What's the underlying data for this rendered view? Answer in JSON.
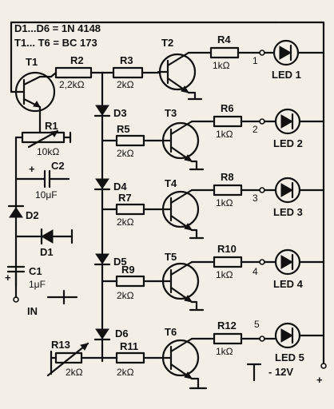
{
  "header": {
    "line1": "D1...D6 = 1N 4148",
    "line2": "T1... T6 = BC 173"
  },
  "transistors": [
    "T1",
    "T2",
    "T3",
    "T4",
    "T5",
    "T6"
  ],
  "resistors": {
    "R1": "R1",
    "R1_val": "10kΩ",
    "R2": "R2",
    "R2_val": "2,2kΩ",
    "R3": "R3",
    "R3_val": "2kΩ",
    "R4": "R4",
    "R4_val": "1kΩ",
    "R5": "R5",
    "R5_val": "2kΩ",
    "R6": "R6",
    "R6_val": "1kΩ",
    "R7": "R7",
    "R7_val": "2kΩ",
    "R8": "R8",
    "R8_val": "1kΩ",
    "R9": "R9",
    "R9_val": "2kΩ",
    "R10": "R10",
    "R10_val": "1kΩ",
    "R11": "R11",
    "R11_val": "2kΩ",
    "R12": "R12",
    "R12_val": "1kΩ",
    "R13": "R13",
    "R13_val": "2kΩ"
  },
  "diodes": [
    "D1",
    "D2",
    "D3",
    "D4",
    "D5",
    "D6"
  ],
  "capacitors": {
    "C1": "C1",
    "C1_val": "1μF",
    "C2": "C2",
    "C2_val": "10μF"
  },
  "leds": [
    "LED 1",
    "LED 2",
    "LED 3",
    "LED 4",
    "LED 5"
  ],
  "nodes": [
    "1",
    "2",
    "3",
    "4",
    "5"
  ],
  "input_label": "IN",
  "supply": {
    "voltage": "- 12V",
    "plus": "+",
    "plus_small": "+"
  }
}
